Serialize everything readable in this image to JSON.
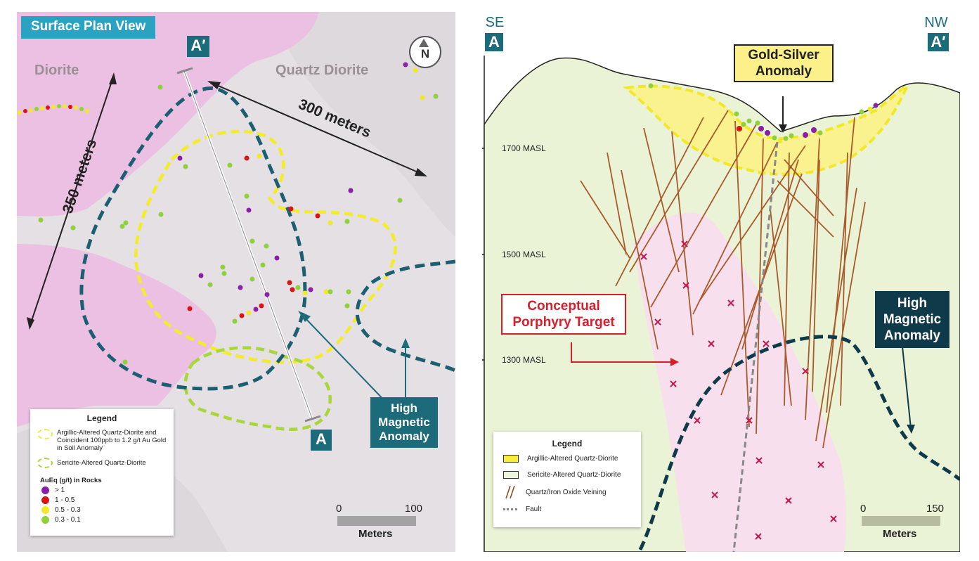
{
  "plan_view": {
    "title": "Surface Plan View",
    "labels": {
      "diorite": "Diorite",
      "quartz_diorite": "Quartz Diorite"
    },
    "north_label": "N",
    "section_end_top": "A′",
    "section_end_bottom": "A",
    "dimension_350": "350 meters",
    "dimension_300": "300 meters",
    "callout_magnetic": [
      "High",
      "Magnetic",
      "Anomaly"
    ],
    "legend": {
      "title": "Legend",
      "items": [
        {
          "label": "Argillic-Altered Quartz-Diorite and Coincident 100ppb to 1.2 g/t Au Gold in Soil Anomaly",
          "color": "#f2ea3c"
        },
        {
          "label": "Sericite-Altered Quartz-Diorite",
          "color": "#a9d63a"
        }
      ],
      "rocks_title": "AuEq (g/t) in Rocks",
      "rock_classes": [
        {
          "label": "> 1",
          "color": "#8a1fa8"
        },
        {
          "label": "1 - 0.5",
          "color": "#d81414"
        },
        {
          "label": "0.5 - 0.3",
          "color": "#f2e82a"
        },
        {
          "label": "0.3 - 0.1",
          "color": "#8fd13a"
        }
      ]
    },
    "scale": {
      "min": "0",
      "max": "100",
      "unit": "Meters"
    }
  },
  "cross_section": {
    "left_dir": "SE",
    "left_tag": "A",
    "right_dir": "NW",
    "right_tag": "A′",
    "elevations": [
      "1700 MASL",
      "1500 MASL",
      "1300 MASL"
    ],
    "anomaly_gold": [
      "Gold-Silver",
      "Anomaly"
    ],
    "porphyry": [
      "Conceptual",
      "Porphyry Target"
    ],
    "magnetic": [
      "High",
      "Magnetic",
      "Anomaly"
    ],
    "legend": {
      "title": "Legend",
      "items": [
        {
          "label": "Argillic-Altered Quartz-Diorite",
          "color": "#f7ee3a"
        },
        {
          "label": "Sericite-Altered Quartz-Diorite",
          "color": "#eef5dc"
        },
        {
          "label": "Quartz/Iron Oxide Veining",
          "color": "#8b4513"
        },
        {
          "label": "Fault",
          "color": "#888888"
        }
      ]
    },
    "scale": {
      "min": "0",
      "max": "150",
      "unit": "Meters"
    }
  }
}
